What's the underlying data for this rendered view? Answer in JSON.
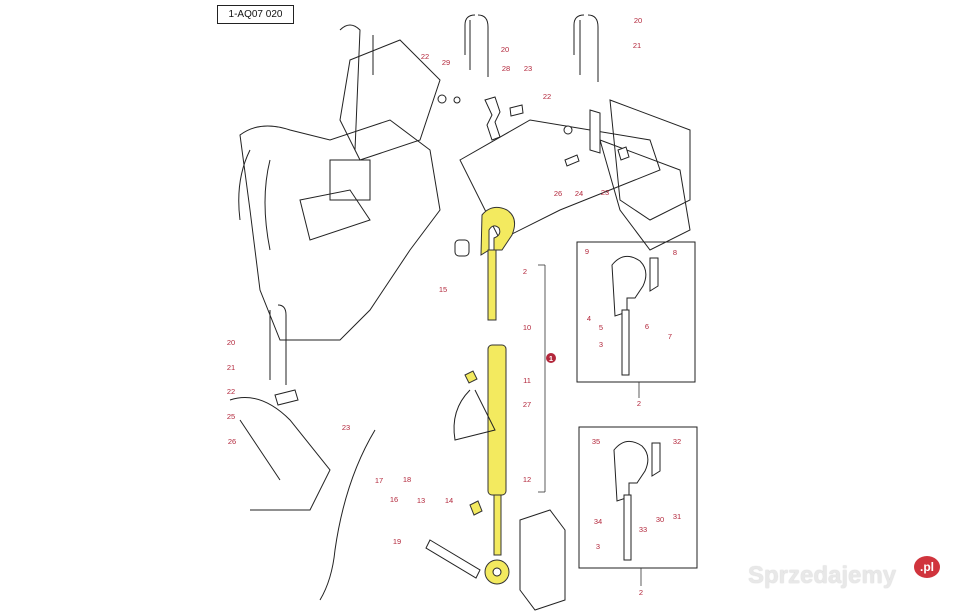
{
  "reference_code": "1-AQ07 020",
  "watermark": {
    "text": "Sprzedajemy",
    "suffix": ".pl"
  },
  "colors": {
    "callout": "#b3283c",
    "highlight": "#f3ea5f",
    "main_callout_circle": "#b3283c"
  },
  "callouts": {
    "top": [
      "20",
      "22",
      "29",
      "28",
      "23",
      "20",
      "21",
      "22",
      "26",
      "24",
      "23"
    ],
    "left": [
      "20",
      "21",
      "22",
      "25",
      "23",
      "26",
      "17",
      "18",
      "16",
      "19",
      "13",
      "14"
    ],
    "center": [
      "2",
      "15",
      "10",
      "1",
      "11",
      "27",
      "12"
    ],
    "box1": [
      "9",
      "8",
      "4",
      "5",
      "6",
      "7",
      "3",
      "2"
    ],
    "box2": [
      "35",
      "32",
      "34",
      "30",
      "31",
      "33",
      "3",
      "2"
    ]
  }
}
